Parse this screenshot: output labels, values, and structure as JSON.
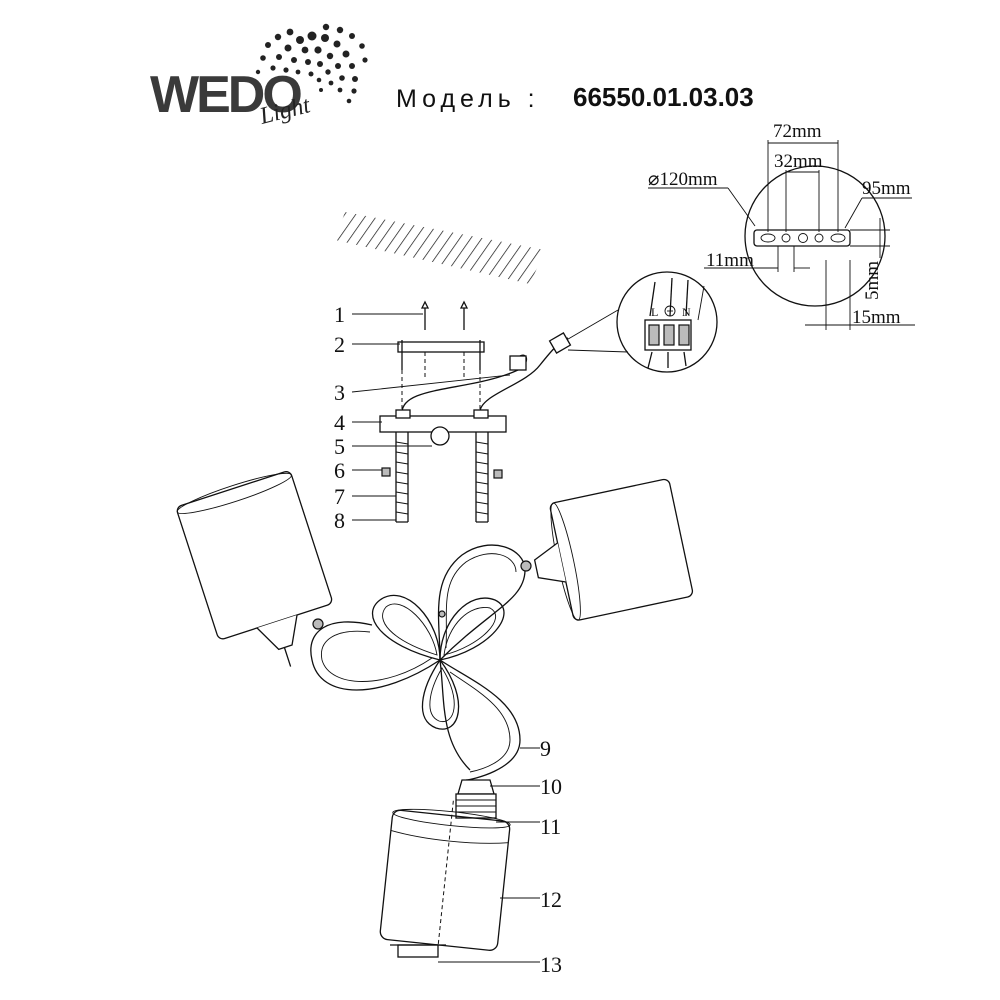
{
  "header": {
    "brand_main": "WEDO",
    "brand_script": "Light",
    "model_label": "Модель :",
    "model_number": "66550.01.03.03"
  },
  "mounting_detail": {
    "dim_72": "72mm",
    "dim_32": "32mm",
    "dim_diameter": "⌀120mm",
    "dim_95": "95mm",
    "dim_11": "11mm",
    "dim_5": "5mm",
    "dim_15": "15mm"
  },
  "wiring_detail": {
    "terminal_l": "L",
    "terminal_n": "N"
  },
  "parts": [
    "1",
    "2",
    "3",
    "4",
    "5",
    "6",
    "7",
    "8",
    "9",
    "10",
    "11",
    "12",
    "13"
  ]
}
